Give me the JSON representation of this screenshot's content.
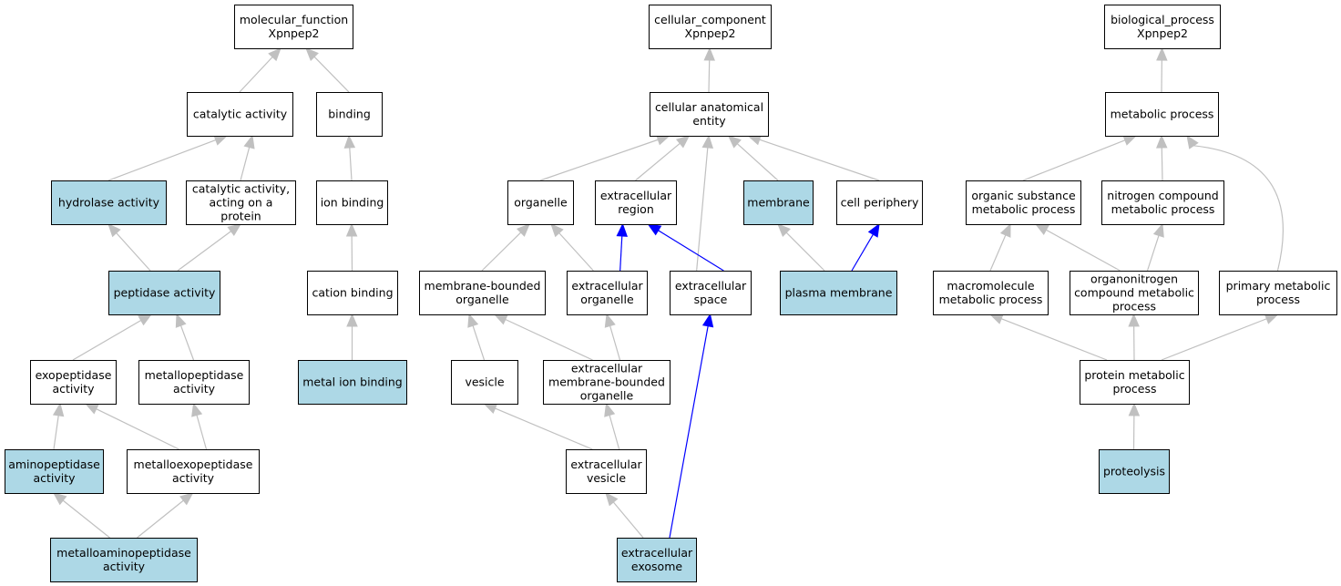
{
  "colors": {
    "default_fill": "#ffffff",
    "highlight_fill": "#add8e6",
    "edge_gray": "#c0c0c0",
    "edge_blue": "#0000ff",
    "border": "#000000"
  },
  "nodes": [
    {
      "id": "mf",
      "lines": [
        "molecular_function",
        "Xpnpep2"
      ],
      "highlight": false
    },
    {
      "id": "cat",
      "lines": [
        "catalytic activity"
      ],
      "highlight": false
    },
    {
      "id": "binding",
      "lines": [
        "binding"
      ],
      "highlight": false
    },
    {
      "id": "hydrolase",
      "lines": [
        "hydrolase activity"
      ],
      "highlight": true
    },
    {
      "id": "catprot",
      "lines": [
        "catalytic activity,",
        "acting on a",
        "protein"
      ],
      "highlight": false
    },
    {
      "id": "ionbind",
      "lines": [
        "ion binding"
      ],
      "highlight": false
    },
    {
      "id": "peptidase",
      "lines": [
        "peptidase activity"
      ],
      "highlight": true
    },
    {
      "id": "cationbind",
      "lines": [
        "cation binding"
      ],
      "highlight": false
    },
    {
      "id": "exopep",
      "lines": [
        "exopeptidase",
        "activity"
      ],
      "highlight": false
    },
    {
      "id": "metallopep",
      "lines": [
        "metallopeptidase",
        "activity"
      ],
      "highlight": false
    },
    {
      "id": "metalion",
      "lines": [
        "metal ion binding"
      ],
      "highlight": true
    },
    {
      "id": "aminopep",
      "lines": [
        "aminopeptidase",
        "activity"
      ],
      "highlight": true
    },
    {
      "id": "metalloexo",
      "lines": [
        "metalloexopeptidase",
        "activity"
      ],
      "highlight": false
    },
    {
      "id": "metalloamino",
      "lines": [
        "metalloaminopeptidase",
        "activity"
      ],
      "highlight": true
    },
    {
      "id": "cc",
      "lines": [
        "cellular_component",
        "Xpnpep2"
      ],
      "highlight": false
    },
    {
      "id": "cae",
      "lines": [
        "cellular anatomical",
        "entity"
      ],
      "highlight": false
    },
    {
      "id": "organelle",
      "lines": [
        "organelle"
      ],
      "highlight": false
    },
    {
      "id": "extreg",
      "lines": [
        "extracellular",
        "region"
      ],
      "highlight": false
    },
    {
      "id": "membrane",
      "lines": [
        "membrane"
      ],
      "highlight": true
    },
    {
      "id": "cellper",
      "lines": [
        "cell periphery"
      ],
      "highlight": false
    },
    {
      "id": "mbo",
      "lines": [
        "membrane-bounded",
        "organelle"
      ],
      "highlight": false
    },
    {
      "id": "extorg",
      "lines": [
        "extracellular",
        "organelle"
      ],
      "highlight": false
    },
    {
      "id": "extspace",
      "lines": [
        "extracellular",
        "space"
      ],
      "highlight": false
    },
    {
      "id": "plasmamem",
      "lines": [
        "plasma membrane"
      ],
      "highlight": true
    },
    {
      "id": "vesicle",
      "lines": [
        "vesicle"
      ],
      "highlight": false
    },
    {
      "id": "extmbo",
      "lines": [
        "extracellular",
        "membrane-bounded",
        "organelle"
      ],
      "highlight": false
    },
    {
      "id": "extves",
      "lines": [
        "extracellular",
        "vesicle"
      ],
      "highlight": false
    },
    {
      "id": "exosome",
      "lines": [
        "extracellular",
        "exosome"
      ],
      "highlight": true
    },
    {
      "id": "bp",
      "lines": [
        "biological_process",
        "Xpnpep2"
      ],
      "highlight": false
    },
    {
      "id": "metproc",
      "lines": [
        "metabolic process"
      ],
      "highlight": false
    },
    {
      "id": "orgsub",
      "lines": [
        "organic substance",
        "metabolic process"
      ],
      "highlight": false
    },
    {
      "id": "nitro",
      "lines": [
        "nitrogen compound",
        "metabolic process"
      ],
      "highlight": false
    },
    {
      "id": "macro",
      "lines": [
        "macromolecule",
        "metabolic process"
      ],
      "highlight": false
    },
    {
      "id": "organonit",
      "lines": [
        "organonitrogen",
        "compound metabolic",
        "process"
      ],
      "highlight": false
    },
    {
      "id": "primary",
      "lines": [
        "primary metabolic",
        "process"
      ],
      "highlight": false
    },
    {
      "id": "protmet",
      "lines": [
        "protein metabolic",
        "process"
      ],
      "highlight": false
    },
    {
      "id": "proteolysis",
      "lines": [
        "proteolysis"
      ],
      "highlight": true
    }
  ],
  "edges": [
    {
      "from": "cat",
      "to": "mf",
      "color": "gray"
    },
    {
      "from": "binding",
      "to": "mf",
      "color": "gray"
    },
    {
      "from": "hydrolase",
      "to": "cat",
      "color": "gray"
    },
    {
      "from": "catprot",
      "to": "cat",
      "color": "gray"
    },
    {
      "from": "ionbind",
      "to": "binding",
      "color": "gray"
    },
    {
      "from": "peptidase",
      "to": "hydrolase",
      "color": "gray"
    },
    {
      "from": "peptidase",
      "to": "catprot",
      "color": "gray"
    },
    {
      "from": "cationbind",
      "to": "ionbind",
      "color": "gray"
    },
    {
      "from": "exopep",
      "to": "peptidase",
      "color": "gray"
    },
    {
      "from": "metallopep",
      "to": "peptidase",
      "color": "gray"
    },
    {
      "from": "metalion",
      "to": "cationbind",
      "color": "gray"
    },
    {
      "from": "aminopep",
      "to": "exopep",
      "color": "gray"
    },
    {
      "from": "metalloexo",
      "to": "exopep",
      "color": "gray"
    },
    {
      "from": "metalloexo",
      "to": "metallopep",
      "color": "gray"
    },
    {
      "from": "metalloamino",
      "to": "aminopep",
      "color": "gray"
    },
    {
      "from": "metalloamino",
      "to": "metalloexo",
      "color": "gray"
    },
    {
      "from": "cae",
      "to": "cc",
      "color": "gray"
    },
    {
      "from": "organelle",
      "to": "cae",
      "color": "gray"
    },
    {
      "from": "extreg",
      "to": "cae",
      "color": "gray"
    },
    {
      "from": "extspace",
      "to": "cae",
      "color": "gray"
    },
    {
      "from": "membrane",
      "to": "cae",
      "color": "gray"
    },
    {
      "from": "cellper",
      "to": "cae",
      "color": "gray"
    },
    {
      "from": "mbo",
      "to": "organelle",
      "color": "gray"
    },
    {
      "from": "extorg",
      "to": "organelle",
      "color": "gray"
    },
    {
      "from": "extorg",
      "to": "extreg",
      "color": "blue"
    },
    {
      "from": "extspace",
      "to": "extreg",
      "color": "blue"
    },
    {
      "from": "plasmamem",
      "to": "membrane",
      "color": "gray"
    },
    {
      "from": "plasmamem",
      "to": "cellper",
      "color": "blue"
    },
    {
      "from": "vesicle",
      "to": "mbo",
      "color": "gray"
    },
    {
      "from": "extmbo",
      "to": "mbo",
      "color": "gray"
    },
    {
      "from": "extmbo",
      "to": "extorg",
      "color": "gray"
    },
    {
      "from": "extves",
      "to": "vesicle",
      "color": "gray"
    },
    {
      "from": "extves",
      "to": "extmbo",
      "color": "gray"
    },
    {
      "from": "exosome",
      "to": "extves",
      "color": "gray"
    },
    {
      "from": "exosome",
      "to": "extspace",
      "color": "blue"
    },
    {
      "from": "metproc",
      "to": "bp",
      "color": "gray"
    },
    {
      "from": "orgsub",
      "to": "metproc",
      "color": "gray"
    },
    {
      "from": "nitro",
      "to": "metproc",
      "color": "gray"
    },
    {
      "from": "primary",
      "to": "metproc",
      "color": "gray",
      "curved": true
    },
    {
      "from": "macro",
      "to": "orgsub",
      "color": "gray"
    },
    {
      "from": "organonit",
      "to": "orgsub",
      "color": "gray"
    },
    {
      "from": "organonit",
      "to": "nitro",
      "color": "gray"
    },
    {
      "from": "protmet",
      "to": "macro",
      "color": "gray"
    },
    {
      "from": "protmet",
      "to": "organonit",
      "color": "gray"
    },
    {
      "from": "protmet",
      "to": "primary",
      "color": "gray"
    },
    {
      "from": "proteolysis",
      "to": "protmet",
      "color": "gray"
    }
  ]
}
